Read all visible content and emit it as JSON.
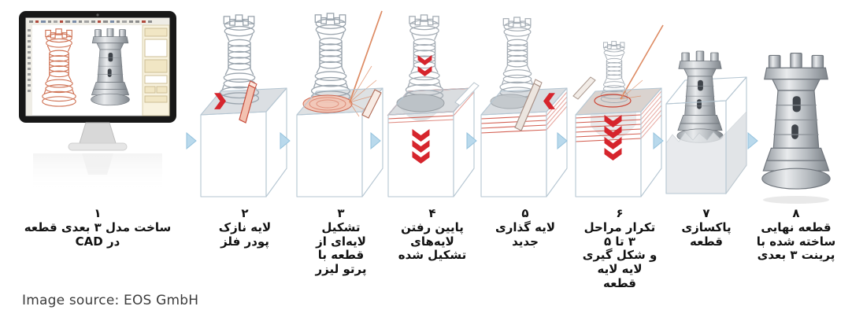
{
  "caption": "Image source: EOS GmbH",
  "icons": {
    "flow_arrow": "▶",
    "chevron_right": "❯",
    "chevron_left": "❮",
    "chevron_down": "❯"
  },
  "colors": {
    "accent_red": "#d6252d",
    "salmon_fill": "#f3c2b1",
    "laser_orange": "#dd8a62",
    "arrow_blue": "#aed3ea",
    "cube_line": "#b5c6d2",
    "wireframe_gray": "#9aa4ad",
    "wireframe_orange": "#cf7254",
    "label_text": "#121212",
    "caption_text": "#3c3c3c"
  },
  "steps": [
    {
      "number": "۱",
      "label": "ساخت مدل ۳ بعدی قطعه\nدر CAD",
      "graphic": "cad-monitor"
    },
    {
      "number": "۲",
      "label": "لایه نازک\nپودر فلز",
      "graphic": "powder-coating-cube"
    },
    {
      "number": "۳",
      "label": "تشکیل\nلایه‌ای از\nقطعه با\nپرتو لیزر",
      "graphic": "laser-exposure-cube"
    },
    {
      "number": "۴",
      "label": "پایین رفتن\nلایه‌های\nتشکیل شده",
      "graphic": "platform-lowering-cube"
    },
    {
      "number": "۵",
      "label": "لایه گذاری\nجدید",
      "graphic": "recoating-cube"
    },
    {
      "number": "۶",
      "label": "تکرار مراحل\n۳ تا ۵\nو شکل گیری\nلایه لایه\nقطعه",
      "graphic": "layer-stack-cube"
    },
    {
      "number": "۷",
      "label": "پاکسازی\nقطعه",
      "graphic": "part-cleaning-cube"
    },
    {
      "number": "۸",
      "label": "قطعه نهایی\nساخته شده با\nپرینت ۳ بعدی",
      "graphic": "final-rook-part"
    }
  ]
}
